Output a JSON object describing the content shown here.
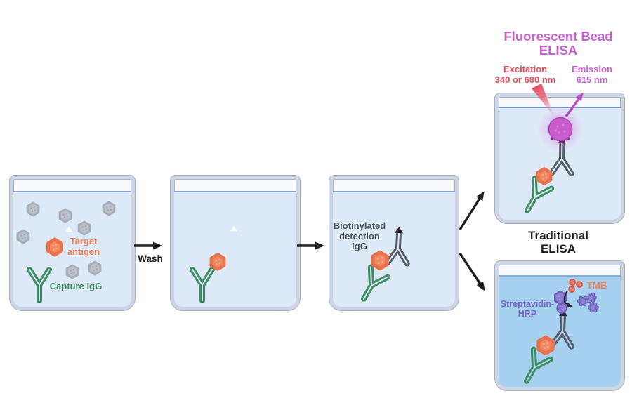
{
  "panels": {
    "fluorescent_bead_elisa": {
      "title_line1": "Fluorescent Bead",
      "title_line2": "ELISA",
      "excitation_label_line1": "Excitation",
      "excitation_label_line2": "340 or 680 nm",
      "emission_label_line1": "Emission",
      "emission_label_line2": "615 nm"
    },
    "traditional_elisa": {
      "title_line1": "Traditional",
      "title_line2": "ELISA",
      "streptavidin_label_line1": "Streptavidin-",
      "streptavidin_label_line2": "HRP",
      "tmb_label": "TMB"
    }
  },
  "workflow": {
    "well1": {
      "target_antigen_line1": "Target",
      "target_antigen_line2": "antigen",
      "capture_igg_label": "Capture IgG"
    },
    "wash_step_label": "Wash",
    "well3": {
      "detection_igg_line1": "Biotinylated",
      "detection_igg_line2": "detection",
      "detection_igg_line3": "IgG"
    }
  },
  "colors": {
    "fluorescent_title_magenta": "#c75fd1",
    "excitation_red": "#e2485c",
    "emission_magenta": "#c75fd1",
    "target_antigen_orange": "#ef7f57",
    "capture_igg_green": "#3f8e60",
    "detection_igg_gray": "#4e545c",
    "streptavidin_purple": "#7a67cc",
    "tmb_orange": "#f0825e",
    "traditional_title_black": "#1d1e20",
    "liquid_light_blue": "#dde9f6",
    "liquid_reacted_blue": "#a7d1f1",
    "well_wall": "#cdd5e3",
    "antibody_green": "#3e8e63",
    "antibody_gray": "#585e69",
    "antigen_fill": "#f18a62",
    "protein_gray": "#bdc2ca",
    "bead_magenta": "#c85ecd",
    "enzyme_purple": "#8a7ed4"
  }
}
